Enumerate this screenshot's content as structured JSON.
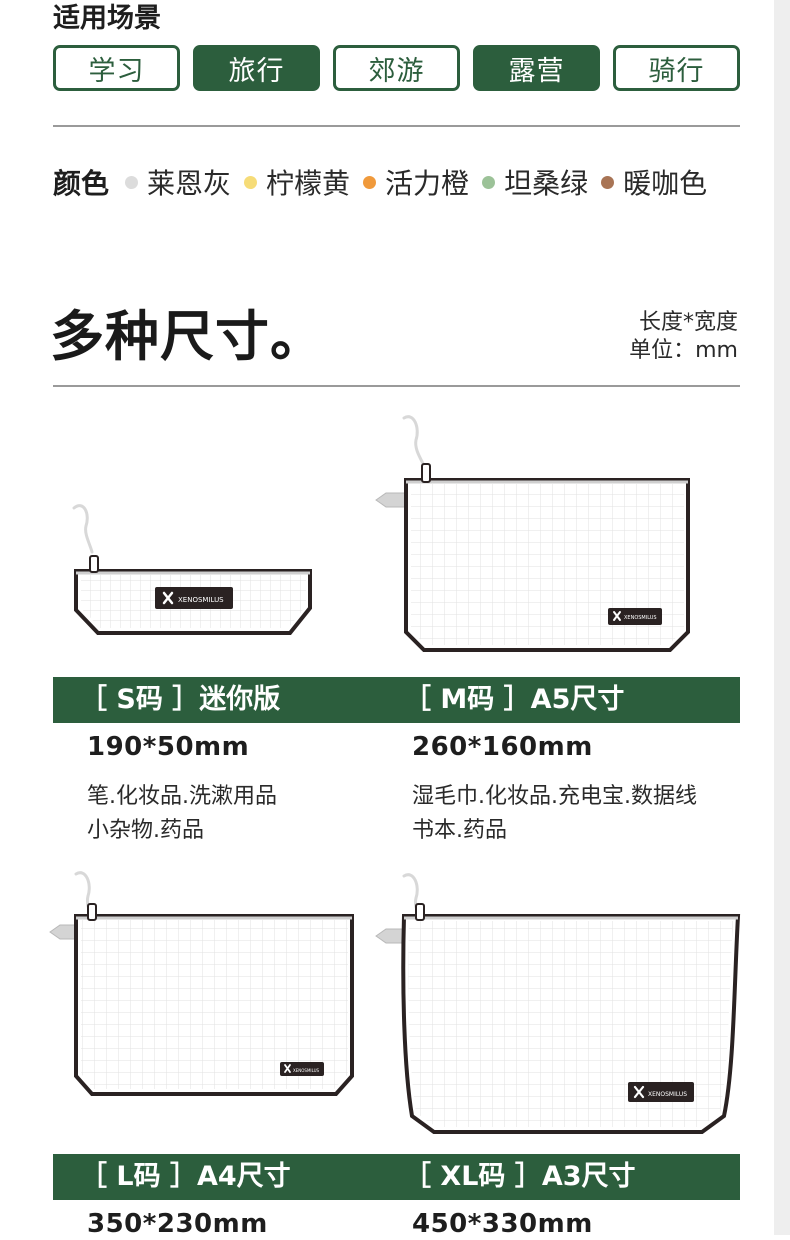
{
  "scenes": {
    "title": "适用场景",
    "tags": [
      {
        "label": "学习",
        "filled": false
      },
      {
        "label": "旅行",
        "filled": true
      },
      {
        "label": "郊游",
        "filled": false
      },
      {
        "label": "露营",
        "filled": true
      },
      {
        "label": "骑行",
        "filled": false
      }
    ]
  },
  "colors": {
    "label": "颜色",
    "items": [
      {
        "name": "莱恩灰",
        "hex": "#dcdcdc"
      },
      {
        "name": "柠檬黄",
        "hex": "#f6dc78"
      },
      {
        "name": "活力橙",
        "hex": "#f09a3c"
      },
      {
        "name": "坦桑绿",
        "hex": "#9cc298"
      },
      {
        "name": "暖咖色",
        "hex": "#a87455"
      }
    ]
  },
  "sizes": {
    "title": "多种尺寸。",
    "unit_line1": "长度*宽度",
    "unit_line2": "单位：mm",
    "brand": "XENOSMILUS",
    "items": [
      {
        "code": "［ S码 ］迷你版",
        "dims": "190*50mm",
        "uses_line1": "笔.化妆品.洗漱用品",
        "uses_line2": "小杂物.药品"
      },
      {
        "code": "［ M码 ］A5尺寸",
        "dims": "260*160mm",
        "uses_line1": "湿毛巾.化妆品.充电宝.数据线",
        "uses_line2": "书本.药品"
      },
      {
        "code": "［ L码 ］A4尺寸",
        "dims": "350*230mm",
        "uses_line1": "",
        "uses_line2": ""
      },
      {
        "code": "［ XL码 ］A3尺寸",
        "dims": "450*330mm",
        "uses_line1": "",
        "uses_line2": ""
      }
    ]
  },
  "theme": {
    "accent": "#2c5e3d",
    "outline": "#2a2222",
    "grid": "#e2e2e2"
  }
}
